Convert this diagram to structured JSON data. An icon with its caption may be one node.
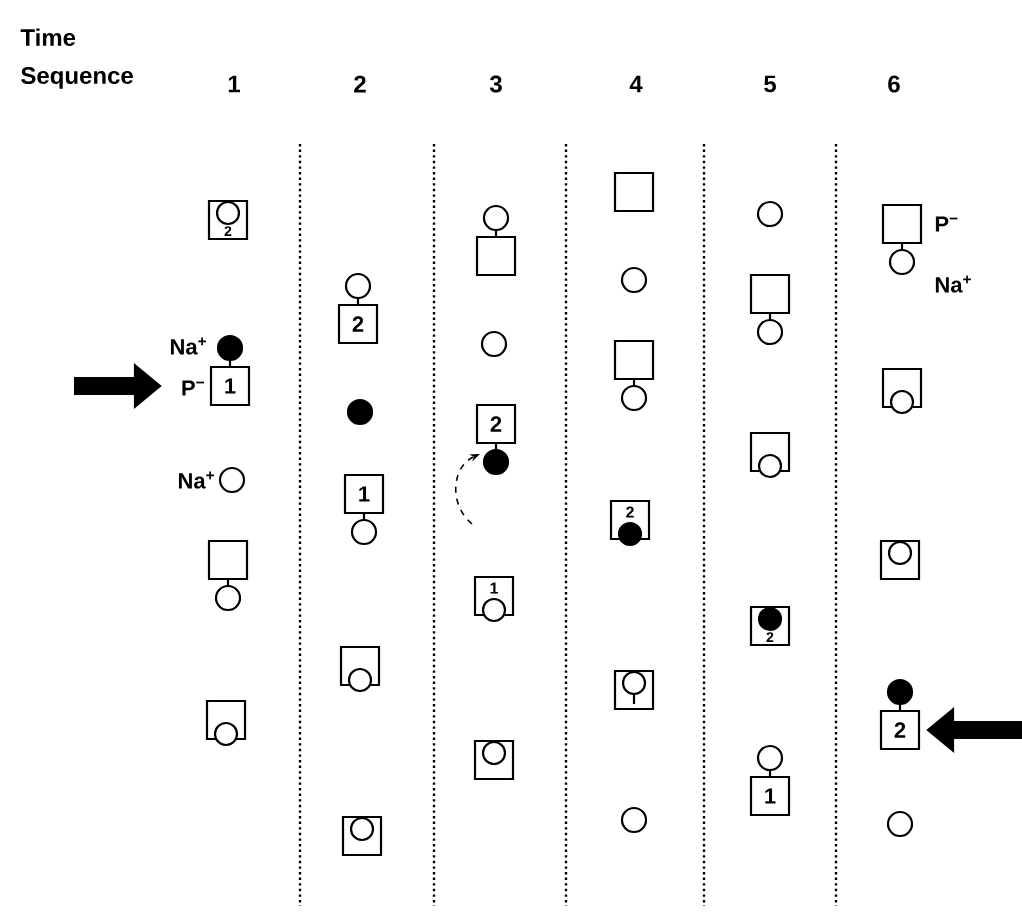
{
  "diagram": {
    "nodes": [
      {
        "text": [
          "2"
        ]
      },
      {
        "text": [
          "1"
        ],
        "beside": [
          "Na$^{+}$",
          "P$^{−}$"
        ]
      },
      {
        "text": [],
        "shape": "circle",
        "beside": [
          "Na$^{+}$"
        ]
      },
      {
        "text": [],
        "shape": "box"
      },
      {
        "text": [],
        "shape": "box"
      },
      {
        "text": [
          "2"
        ]
      },
      {
        "text": [],
        "shape": "circle"
      },
      {
        "text": [
          "1"
        ]
      },
      {
        "text": [],
        "shape": "box"
      },
      {
        "text": [],
        "shape": "box"
      },
      {
        "text": [],
        "shape": "box"
      },
      {
        "text": [],
        "shape": "circle"
      },
      {
        "text": [
          "2"
        ]
      },
      {
        "text": [
          "1"
        ]
      },
      {
        "text": [],
        "shape": "box"
      },
      {
        "text": [],
        "shape": "box"
      },
      {
        "text": [],
        "shape": "circle"
      },
      {
        "text": [],
        "shape": "box"
      },
      {
        "text": [
          "2"
        ]
      },
      {
        "text": [],
        "shape": "box"
      },
      {
        "text": [],
        "shape": "circle"
      },
      {
        "text": [],
        "shape": "circle"
      },
      {
        "text": [],
        "shape": "box"
      },
      {
        "text": [],
        "shape": "box"
      },
      {
        "text": [
          "2"
        ]
      },
      {
        "text": [
          "1"
        ]
      },
      {
        "text": [],
        "shape": "box",
        "beside": [
          "P$^{−}$",
          "Na$^{+}$"
        ]
      },
      {
        "text": [],
        "shape": "box"
      },
      {
        "text": [],
        "shape": "box"
      },
      {
        "text": [
          "2"
        ]
      },
      {
        "text": [],
        "shape": "circle"
      }
    ],
    "edges": [
      {
        "from": null,
        "to": 1,
        "arrow": "to"
      },
      {
        "from": null,
        "to": 29,
        "arrow": "to"
      }
    ],
    "labels": [
      "Time Sequence",
      "1",
      "2",
      "3",
      "4",
      "5",
      "6"
    ]
  }
}
